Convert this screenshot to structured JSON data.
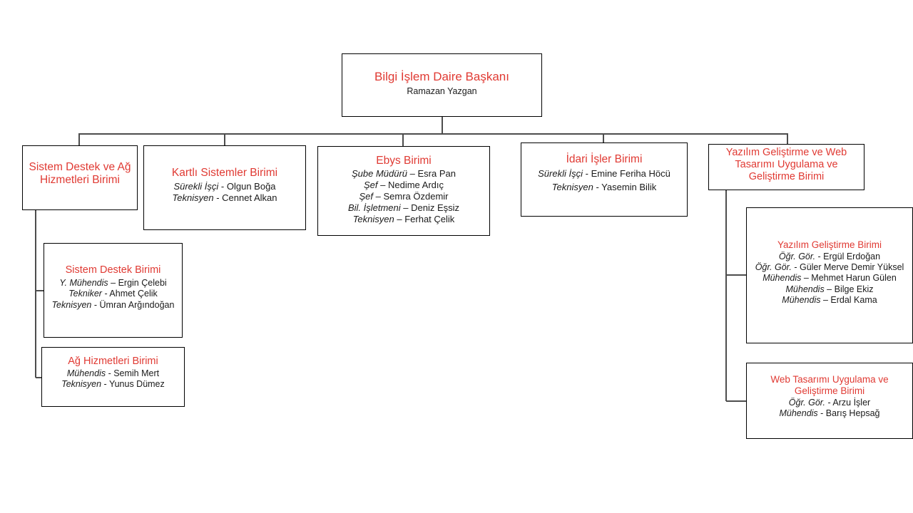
{
  "colors": {
    "title_red": "#e03a33",
    "body_text": "#1a1a1a",
    "box_border": "#000000",
    "connector": "#4d4d4d",
    "background": "#ffffff"
  },
  "org_chart": {
    "root": {
      "title": "Bilgi  İşlem Daire Başkanı",
      "members": [
        {
          "role": "",
          "name": "Ramazan Yazgan",
          "separator": ""
        }
      ]
    },
    "level2": [
      {
        "id": "sistem-destek-ag",
        "title": "Sistem Destek ve Ağ\nHizmetleri Birimi",
        "members": []
      },
      {
        "id": "kartli",
        "title": "Kartlı Sistemler Birimi",
        "members": [
          {
            "role": "Sürekli İşçi",
            "separator": "-",
            "name": "Olgun Boğa"
          },
          {
            "role": "Teknisyen",
            "separator": "-",
            "name": "Cennet Alkan"
          }
        ]
      },
      {
        "id": "ebys",
        "title": "Ebys Birimi",
        "members": [
          {
            "role": "Şube Müdürü",
            "separator": "–",
            "name": "Esra Pan"
          },
          {
            "role": "Şef",
            "separator": "–",
            "name": "Nedime Ardıç"
          },
          {
            "role": "Şef",
            "separator": "–",
            "name": "Semra Özdemir"
          },
          {
            "role": "Bil.  İşletmeni",
            "separator": "–",
            "name": "Deniz Eşsiz"
          },
          {
            "role": "Teknisyen",
            "separator": "–",
            "name": "Ferhat Çelik"
          }
        ]
      },
      {
        "id": "idari",
        "title": "İdari İşler Birimi",
        "members": [
          {
            "role": "Sürekli İşçi",
            "separator": "-",
            "name": "Emine Feriha Höcü"
          },
          {
            "role": "Teknisyen",
            "separator": "-",
            "name": "Yasemin Bilik"
          }
        ]
      },
      {
        "id": "yazilim-web",
        "title": "Yazılım Geliştirme ve Web\nTasarımı Uygulama ve\nGeliştirme Birimi",
        "members": []
      }
    ],
    "level3_left": [
      {
        "id": "sistem-destek",
        "title": "Sistem Destek Birimi",
        "members": [
          {
            "role": "Y. Mühendis",
            "separator": "–",
            "name": "Ergin Çelebi"
          },
          {
            "role": "Tekniker",
            "separator": "-",
            "name": "Ahmet Çelik"
          },
          {
            "role": "Teknisyen",
            "separator": "-",
            "name": "Ümran Arğındoğan"
          }
        ]
      },
      {
        "id": "ag-hizmetleri",
        "title": "Ağ Hizmetleri Birimi",
        "members": [
          {
            "role": "Mühendis",
            "separator": "-",
            "name": "Semih Mert"
          },
          {
            "role": "Teknisyen",
            "separator": "-",
            "name": "Yunus Dümez"
          }
        ]
      }
    ],
    "level3_right": [
      {
        "id": "yazilim-gelistirme",
        "title": "Yazılım Geliştirme  Birimi",
        "members": [
          {
            "role": "Öğr.  Gör.",
            "separator": "-",
            "name": "Ergül Erdoğan"
          },
          {
            "role": "Öğr. Gör.",
            "separator": "-",
            "name": "Güler Merve Demir Yüksel"
          },
          {
            "role": "Mühendis",
            "separator": "–",
            "name": "Mehmet Harun Gülen"
          },
          {
            "role": "Mühendis",
            "separator": "–",
            "name": "Bilge Ekiz"
          },
          {
            "role": "Mühendis",
            "separator": "–",
            "name": "Erdal Kama"
          }
        ]
      },
      {
        "id": "web-tasarimi",
        "title": "Web  Tasarımı Uygulama ve\nGeliştirme Birimi",
        "members": [
          {
            "role": "Öğr.  Gör.",
            "separator": "-",
            "name": "Arzu İşler"
          },
          {
            "role": "Mühendis",
            "separator": "-",
            "name": "Barış Hepsağ"
          }
        ]
      }
    ]
  }
}
